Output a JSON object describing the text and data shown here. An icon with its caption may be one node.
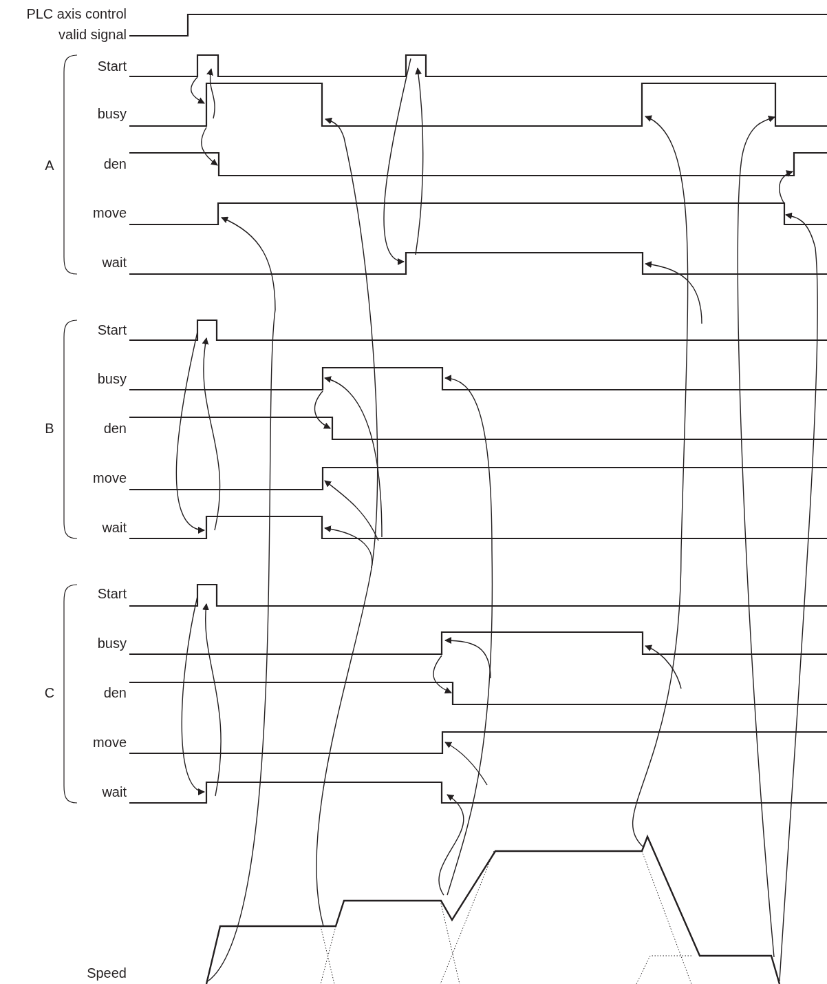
{
  "diagram": {
    "labels": [
      "PLC axis control valid signal",
      "A",
      "Start",
      "busy",
      "den",
      "move",
      "wait",
      "B",
      "Start",
      "busy",
      "den",
      "move",
      "wait",
      "C",
      "Start",
      "busy",
      "den",
      "move",
      "wait",
      "Speed"
    ]
  }
}
